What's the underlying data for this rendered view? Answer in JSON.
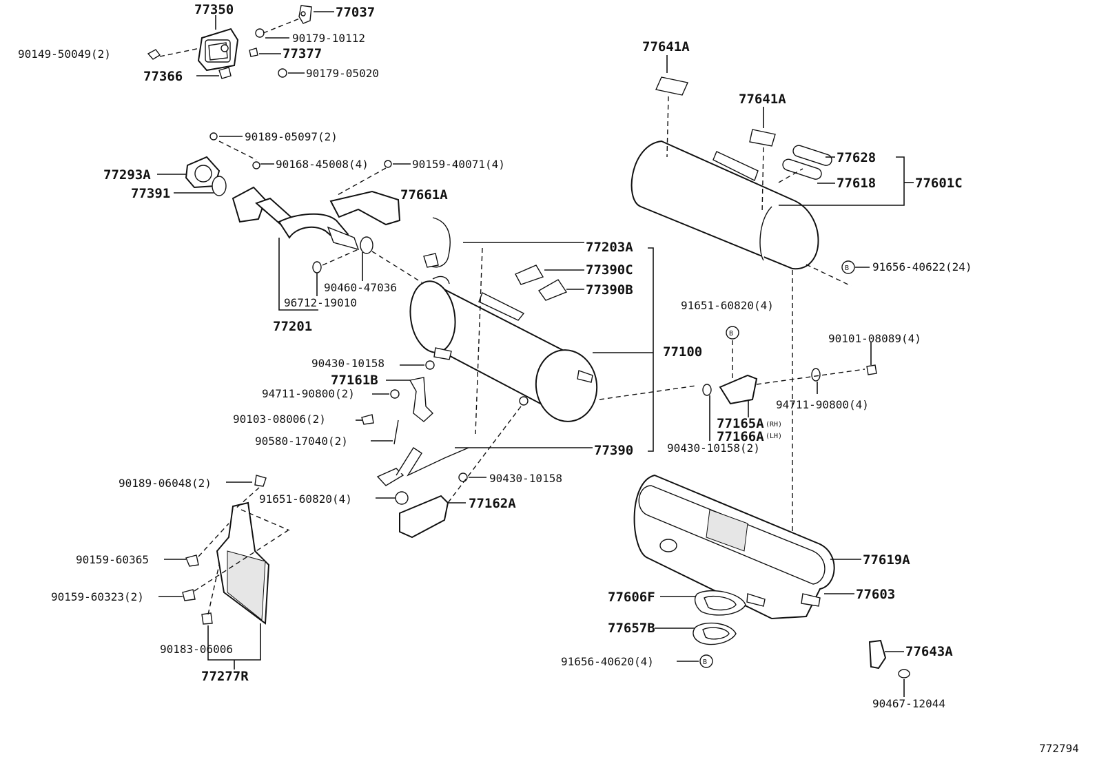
{
  "diagram_id": "772794",
  "labels": {
    "l77350": "77350",
    "l77037": "77037",
    "l90179_10112": "90179-10112",
    "l90149_50049": "90149-50049(2)",
    "l77377": "77377",
    "l77366": "77366",
    "l90179_05020": "90179-05020",
    "l90189_05097": "90189-05097(2)",
    "l77293A": "77293A",
    "l90168_45008": "90168-45008(4)",
    "l90159_40071": "90159-40071(4)",
    "l77391": "77391",
    "l77661A": "77661A",
    "l77203A": "77203A",
    "l77390C": "77390C",
    "l77390B": "77390B",
    "l90460_47036": "90460-47036",
    "l96712_19010": "96712-19010",
    "l77201": "77201",
    "l77100": "77100",
    "l90430_10158_a": "90430-10158",
    "l77161B": "77161B",
    "l94711_90800_a": "94711-90800(2)",
    "l90103_08006": "90103-08006(2)",
    "l90580_17040": "90580-17040(2)",
    "l77390": "77390",
    "l90189_06048": "90189-06048(2)",
    "l90430_10158_b": "90430-10158",
    "l91651_60820_a": "91651-60820(4)",
    "l77162A": "77162A",
    "l90159_60365": "90159-60365",
    "l90159_60323": "90159-60323(2)",
    "l90183_06006": "90183-06006",
    "l77277R": "77277R",
    "l77641A_a": "77641A",
    "l77641A_b": "77641A",
    "l77628": "77628",
    "l77618": "77618",
    "l77601C": "77601C",
    "l91656_40622": "91656-40622(24)",
    "l91651_60820_b": "91651-60820(4)",
    "l90101_08089": "90101-08089(4)",
    "l94711_90800_b": "94711-90800(4)",
    "l77165A": "77165A",
    "l77165A_side": "(RH)",
    "l77166A": "77166A",
    "l77166A_side": "(LH)",
    "l90430_10158_c": "90430-10158(2)",
    "l77619A": "77619A",
    "l77603": "77603",
    "l77606F": "77606F",
    "l77657B": "77657B",
    "l91656_40620": "91656-40620(4)",
    "l77643A": "77643A",
    "l90467_12044": "90467-12044",
    "bolt_symbol": "B"
  }
}
